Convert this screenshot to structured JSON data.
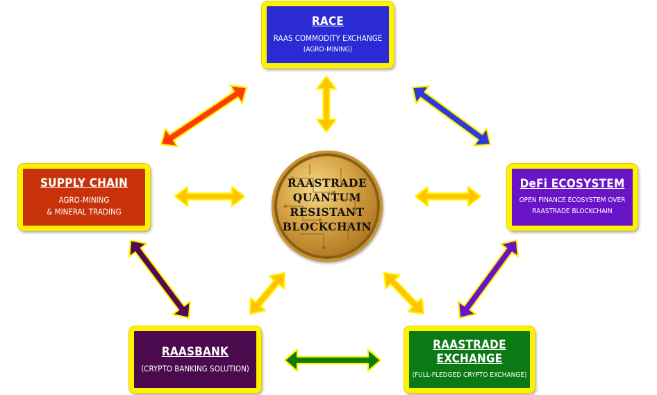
{
  "nodes": {
    "race": {
      "title": "RACE",
      "line1": "RAAS COMMODITY EXCHANGE",
      "line2": "(AGRO-MINING)",
      "color": "#2b2bd6"
    },
    "supply": {
      "title": "SUPPLY CHAIN",
      "line1": "AGRO-MINING",
      "line2": "& MINERAL TRADING",
      "color": "#c8320a"
    },
    "defi": {
      "title": "DeFi  ECOSYSTEM",
      "line1": "OPEN FINANCE ECOSYSTEM OVER",
      "line2": "RAASTRADE BLOCKCHAIN",
      "color": "#6a14c8"
    },
    "bank": {
      "title": "RAASBANK",
      "line1": "(CRYPTO BANKING SOLUTION)",
      "color": "#4b0a4e"
    },
    "exch": {
      "title": "RAASTRADE EXCHANGE",
      "line1": "(FULL-FLEDGED CRYPTO EXCHANGE)",
      "color": "#0c7a14"
    }
  },
  "center": {
    "lines": [
      "RAASTRADE",
      "QUANTUM",
      "RESISTANT",
      "BLOCKCHAIN"
    ],
    "color": "#d9a648"
  },
  "arrow_colors": {
    "center_links": "#ffc400",
    "race_supply": "#ff3a0a",
    "race_defi": "#2e3bd6",
    "supply_bank": "#520a52",
    "defi_exch": "#6a14c8",
    "bank_exch": "#0f7a14",
    "border": "#fff200"
  }
}
